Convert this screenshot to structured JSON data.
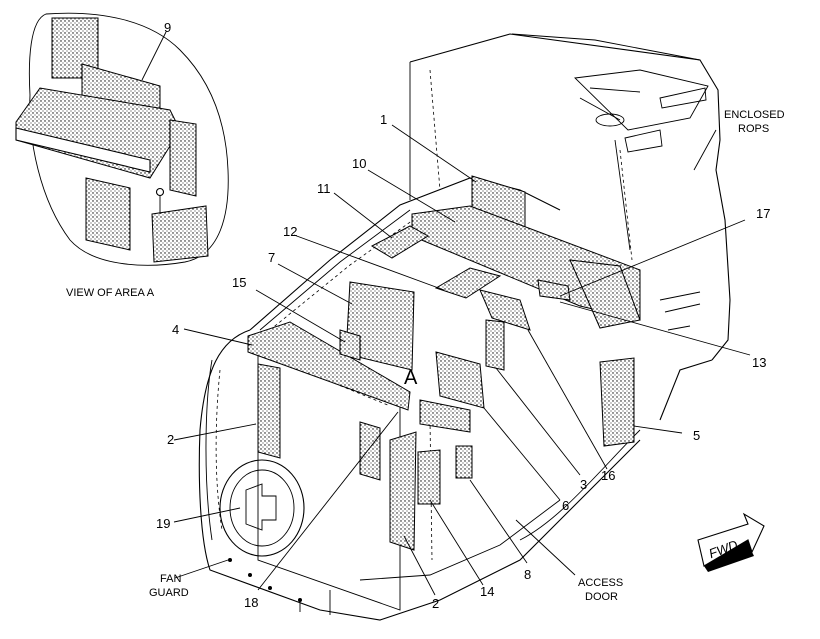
{
  "callouts": [
    {
      "id": "c1",
      "text": "1"
    },
    {
      "id": "c2a",
      "text": "2"
    },
    {
      "id": "c2b",
      "text": "2"
    },
    {
      "id": "c3",
      "text": "3"
    },
    {
      "id": "c4",
      "text": "4"
    },
    {
      "id": "c5",
      "text": "5"
    },
    {
      "id": "c6",
      "text": "6"
    },
    {
      "id": "c7",
      "text": "7"
    },
    {
      "id": "c8",
      "text": "8"
    },
    {
      "id": "c9",
      "text": "9"
    },
    {
      "id": "c10",
      "text": "10"
    },
    {
      "id": "c11",
      "text": "11"
    },
    {
      "id": "c12",
      "text": "12"
    },
    {
      "id": "c13",
      "text": "13"
    },
    {
      "id": "c14",
      "text": "14"
    },
    {
      "id": "c15",
      "text": "15"
    },
    {
      "id": "c16",
      "text": "16"
    },
    {
      "id": "c17",
      "text": "17"
    },
    {
      "id": "c18",
      "text": "18"
    },
    {
      "id": "c19",
      "text": "19"
    }
  ],
  "labels": {
    "view_of_area": "VIEW OF AREA  A",
    "enclosed_line1": "ENCLOSED",
    "enclosed_line2": "ROPS",
    "fan_line1": "FAN",
    "fan_line2": "GUARD",
    "access_line1": "ACCESS",
    "access_line2": "DOOR",
    "area_marker": "A",
    "fwd": "FWD"
  }
}
